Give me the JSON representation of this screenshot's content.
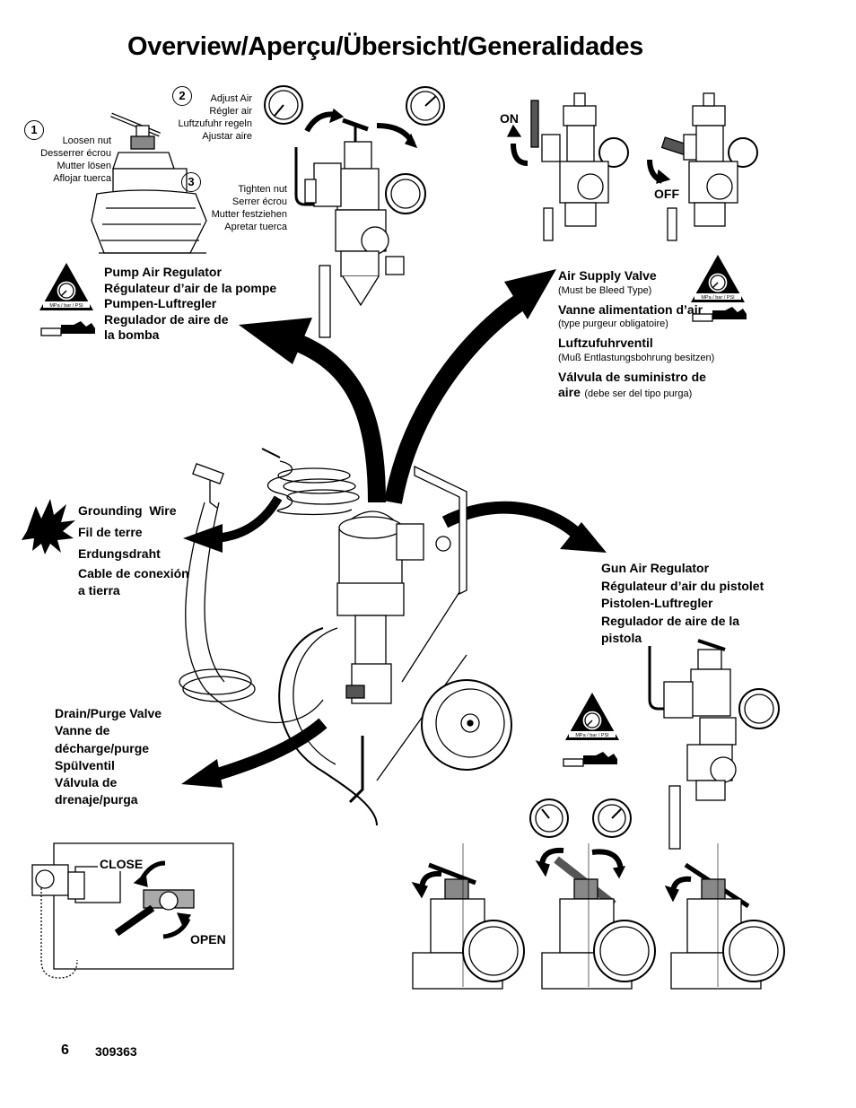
{
  "page": {
    "title": "Overview/Aperçu/Übersicht/Generalidades",
    "page_number": "6",
    "doc_number": "309363"
  },
  "pump_reg_steps": {
    "step1": {
      "num": "1",
      "lines": [
        "Loosen nut",
        "Desserrer écrou",
        "Mutter lösen",
        "Aflojar tuerca"
      ]
    },
    "step2": {
      "num": "2",
      "lines": [
        "Adjust Air",
        "Régler air",
        "Luftzufuhr regeln",
        "Ajustar aire"
      ]
    },
    "step3": {
      "num": "3",
      "lines": [
        "Tighten nut",
        "Serrer écrou",
        "Mutter festziehen",
        "Apretar tuerca"
      ]
    }
  },
  "pump_air_regulator": {
    "lines": [
      "Pump Air Regulator",
      "Régulateur d’air de la pompe",
      "Pumpen-Luftregler",
      "Regulador de aire de",
      "la bomba"
    ]
  },
  "air_supply_valve": {
    "on_label": "ON",
    "off_label": "OFF",
    "en": "Air Supply Valve",
    "en_note": "(Must be Bleed Type)",
    "fr": "Vanne alimentation d’air",
    "fr_note": "(type purgeur obligatoire)",
    "de": "Luftzufuhrventil",
    "de_note": "(Muß Entlastungsbohrung besitzen)",
    "es": "Válvula de suministro de",
    "es2": "aire",
    "es_note": "(debe ser del tipo purga)"
  },
  "grounding_wire": {
    "lines": [
      "Grounding  Wire",
      "Fil de terre",
      "Erdungsdraht",
      "Cable de conexión",
      "a tierra"
    ]
  },
  "gun_air_regulator": {
    "lines": [
      "Gun Air Regulator",
      "Régulateur d’air du pistolet",
      "Pistolen-Luftregler",
      "Regulador de aire de la",
      "pistola"
    ]
  },
  "drain_purge_valve": {
    "lines": [
      "Drain/Purge Valve",
      "Vanne de",
      "décharge/purge",
      "Spülventil",
      "Válvula de",
      "drenaje/purga"
    ],
    "close_label": "CLOSE",
    "open_label": "OPEN"
  },
  "warning_symbol": {
    "pressure_units": "MPa / bar / PSI",
    "icon": "pressure-warning-triangle-icon"
  }
}
